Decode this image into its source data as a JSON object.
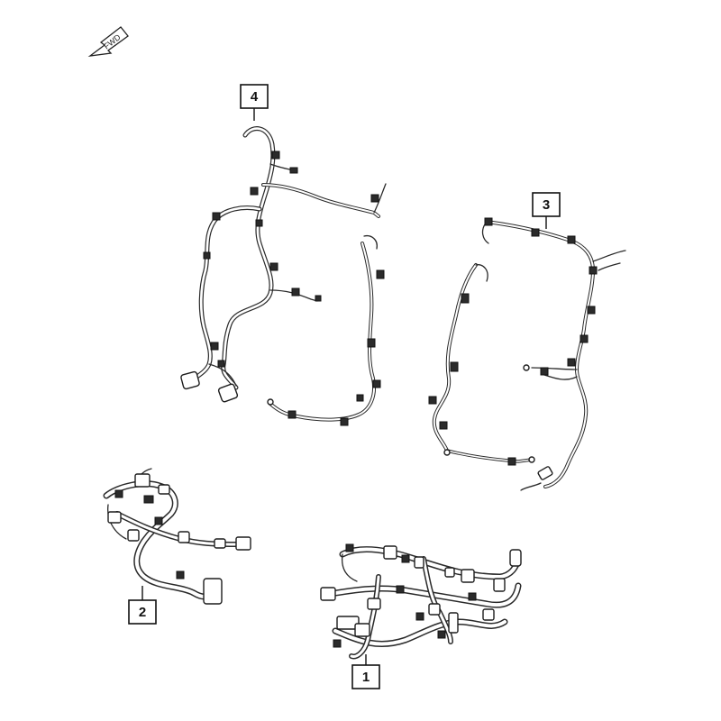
{
  "fwd_arrow": {
    "label": "FWD",
    "icon": "forward-direction-arrow-icon"
  },
  "callouts": [
    {
      "id": "callout-1",
      "label": "1"
    },
    {
      "id": "callout-2",
      "label": "2"
    },
    {
      "id": "callout-3",
      "label": "3"
    },
    {
      "id": "callout-4",
      "label": "4"
    }
  ],
  "colors": {
    "line": "#2a2a2a",
    "background": "#ffffff"
  }
}
